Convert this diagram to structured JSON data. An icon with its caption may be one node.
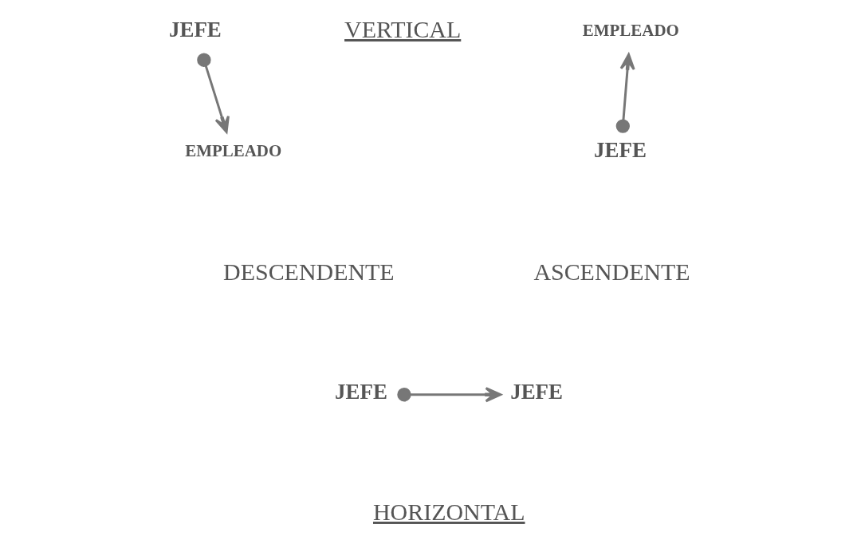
{
  "diagram": {
    "nodes": [
      {
        "text": [
          "JEFE"
        ]
      },
      {
        "text": [
          "EMPLEADO"
        ]
      },
      {
        "text": [
          "EMPLEADO"
        ]
      },
      {
        "text": [
          "JEFE"
        ]
      },
      {
        "text": [
          "JEFE"
        ]
      },
      {
        "text": [
          "JEFE"
        ]
      }
    ],
    "edges": [
      {
        "from": 0,
        "to": 1,
        "arrow": "to"
      },
      {
        "from": 3,
        "to": 2,
        "arrow": "to"
      },
      {
        "from": 4,
        "to": 5,
        "arrow": "to"
      }
    ],
    "labels": [
      "VERTICAL",
      "DESCENDENTE",
      "ASCENDENTE",
      "HORIZONTAL"
    ]
  }
}
